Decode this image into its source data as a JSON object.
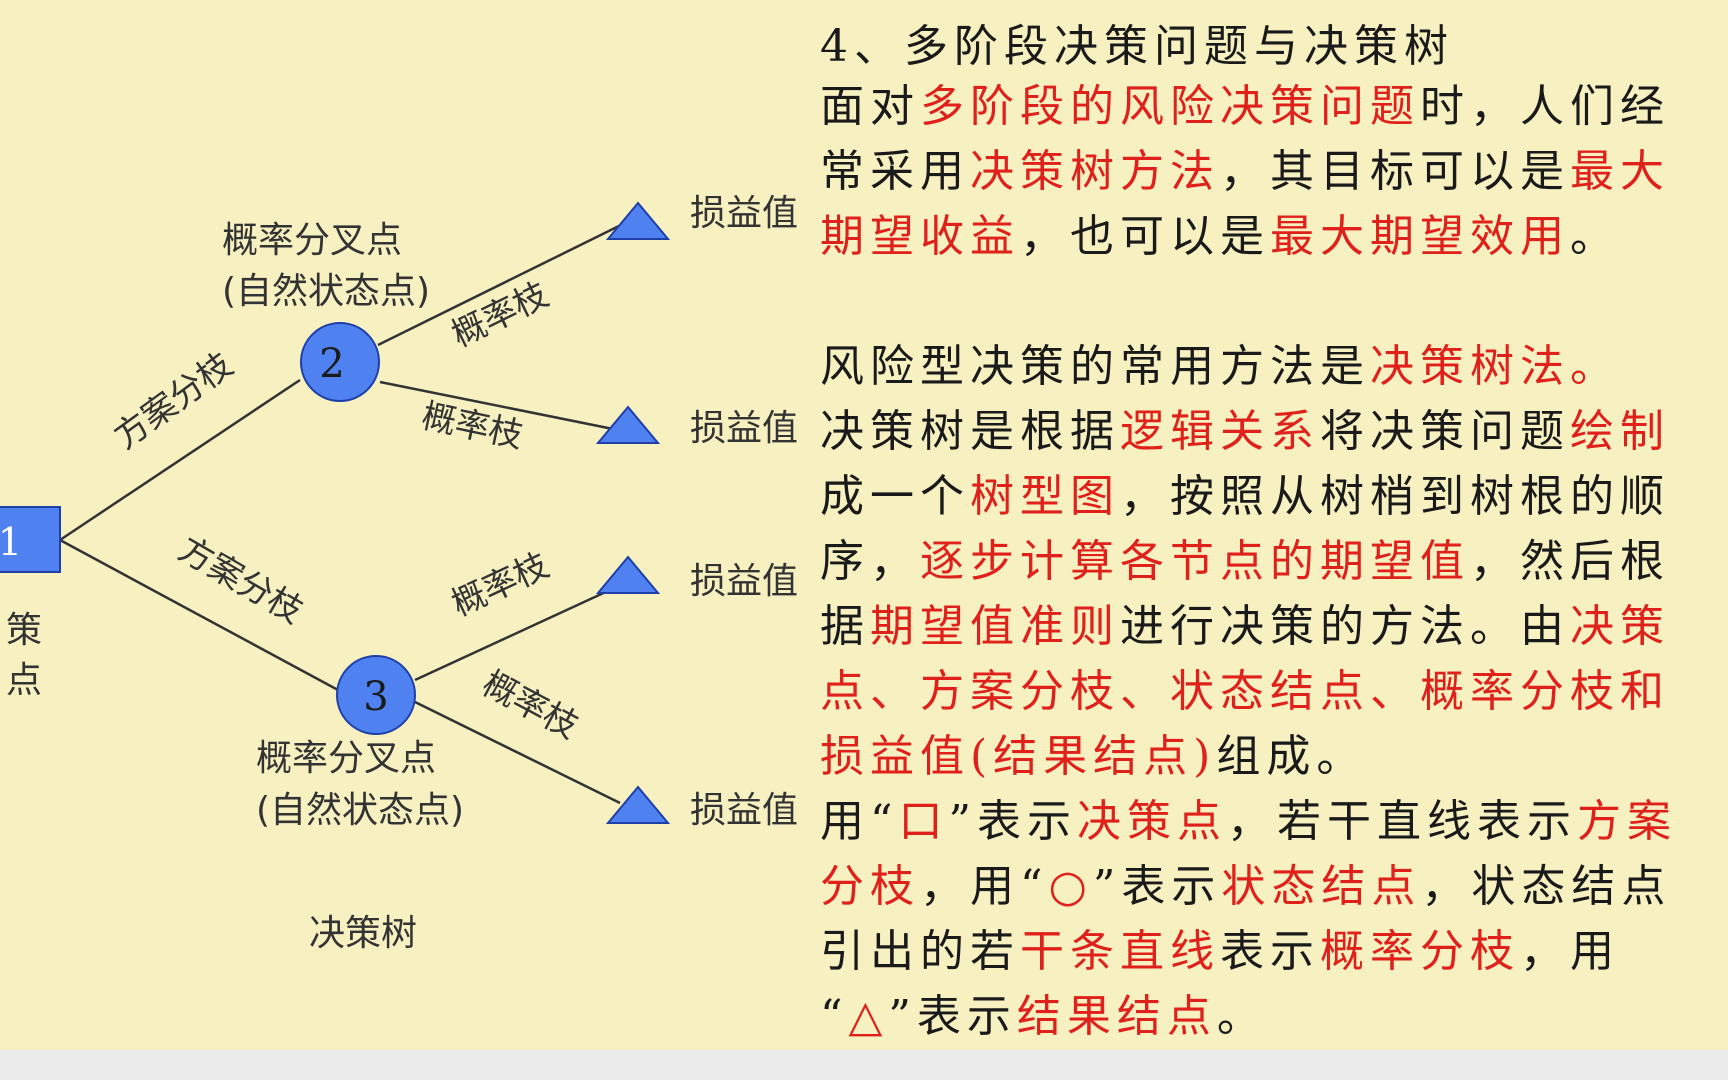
{
  "title": "4、多阶段决策问题与决策树",
  "colors": {
    "background": "#f7f0c1",
    "highlight": "#e0201a",
    "node_fill": "#4f81f0",
    "node_stroke": "#1f3fa8",
    "text": "#1a1a1a"
  },
  "diagram": {
    "decision_node_label": "1",
    "decision_caption": [
      "策",
      "点"
    ],
    "chance_nodes": [
      {
        "number": "2",
        "caption_line1": "概率分叉点",
        "caption_line2": "(自然状态点)"
      },
      {
        "number": "3",
        "caption_line1": "概率分叉点",
        "caption_line2": "(自然状态点)"
      }
    ],
    "scheme_branch_label": "方案分枝",
    "probability_branch_label": "概率枝",
    "outcome_label": "损益值",
    "caption": "决策树",
    "icon_names": [
      "decision-square-icon",
      "chance-circle-icon",
      "outcome-triangle-icon"
    ]
  },
  "paragraphs": [
    [
      [
        {
          "t": "面对"
        },
        {
          "t": "多阶段的风险决策问题",
          "hl": true
        },
        {
          "t": "时，人们经"
        }
      ],
      [
        {
          "t": "常采用"
        },
        {
          "t": "决策树方法",
          "hl": true
        },
        {
          "t": "，其目标可以是"
        },
        {
          "t": "最大",
          "hl": true
        }
      ],
      [
        {
          "t": "期望收益",
          "hl": true
        },
        {
          "t": "，也可以是"
        },
        {
          "t": "最大期望效用",
          "hl": true
        },
        {
          "t": "。"
        }
      ]
    ],
    [
      [
        {
          "t": "风险型决策的常用方法是"
        },
        {
          "t": "决策树法。",
          "hl": true
        }
      ],
      [
        {
          "t": "决策树是根据"
        },
        {
          "t": "逻辑关系",
          "hl": true
        },
        {
          "t": "将决策问题"
        },
        {
          "t": "绘制",
          "hl": true
        }
      ],
      [
        {
          "t": "成一个"
        },
        {
          "t": "树型图",
          "hl": true
        },
        {
          "t": "，按照从树梢到树根的顺"
        }
      ],
      [
        {
          "t": "序，"
        },
        {
          "t": "逐步计算各节点的期望值",
          "hl": true
        },
        {
          "t": "，然后根"
        }
      ],
      [
        {
          "t": "据"
        },
        {
          "t": "期望值准则",
          "hl": true
        },
        {
          "t": "进行决策的方法。由"
        },
        {
          "t": "决策",
          "hl": true
        }
      ],
      [
        {
          "t": "点、方案分枝、状态结点、概率分枝和",
          "hl": true
        }
      ],
      [
        {
          "t": "损益值(结果结点)",
          "hl": true
        },
        {
          "t": "组成。"
        }
      ],
      [
        {
          "t": "用“"
        },
        {
          "t": "口",
          "hl": true
        },
        {
          "t": "”表示"
        },
        {
          "t": "决策点",
          "hl": true
        },
        {
          "t": "，若干直线表示"
        },
        {
          "t": "方案",
          "hl": true
        }
      ],
      [
        {
          "t": "分枝",
          "hl": true
        },
        {
          "t": "，用“"
        },
        {
          "t": "○",
          "hl": true
        },
        {
          "t": "”表示"
        },
        {
          "t": "状态结点",
          "hl": true
        },
        {
          "t": "，状态结点"
        }
      ],
      [
        {
          "t": "引出的若"
        },
        {
          "t": "干条直线",
          "hl": true
        },
        {
          "t": "表示"
        },
        {
          "t": "概率分枝",
          "hl": true
        },
        {
          "t": "，用"
        }
      ],
      [
        {
          "t": "“"
        },
        {
          "t": "△",
          "hl": true
        },
        {
          "t": "”表示"
        },
        {
          "t": "结果结点",
          "hl": true
        },
        {
          "t": "。"
        }
      ]
    ]
  ]
}
